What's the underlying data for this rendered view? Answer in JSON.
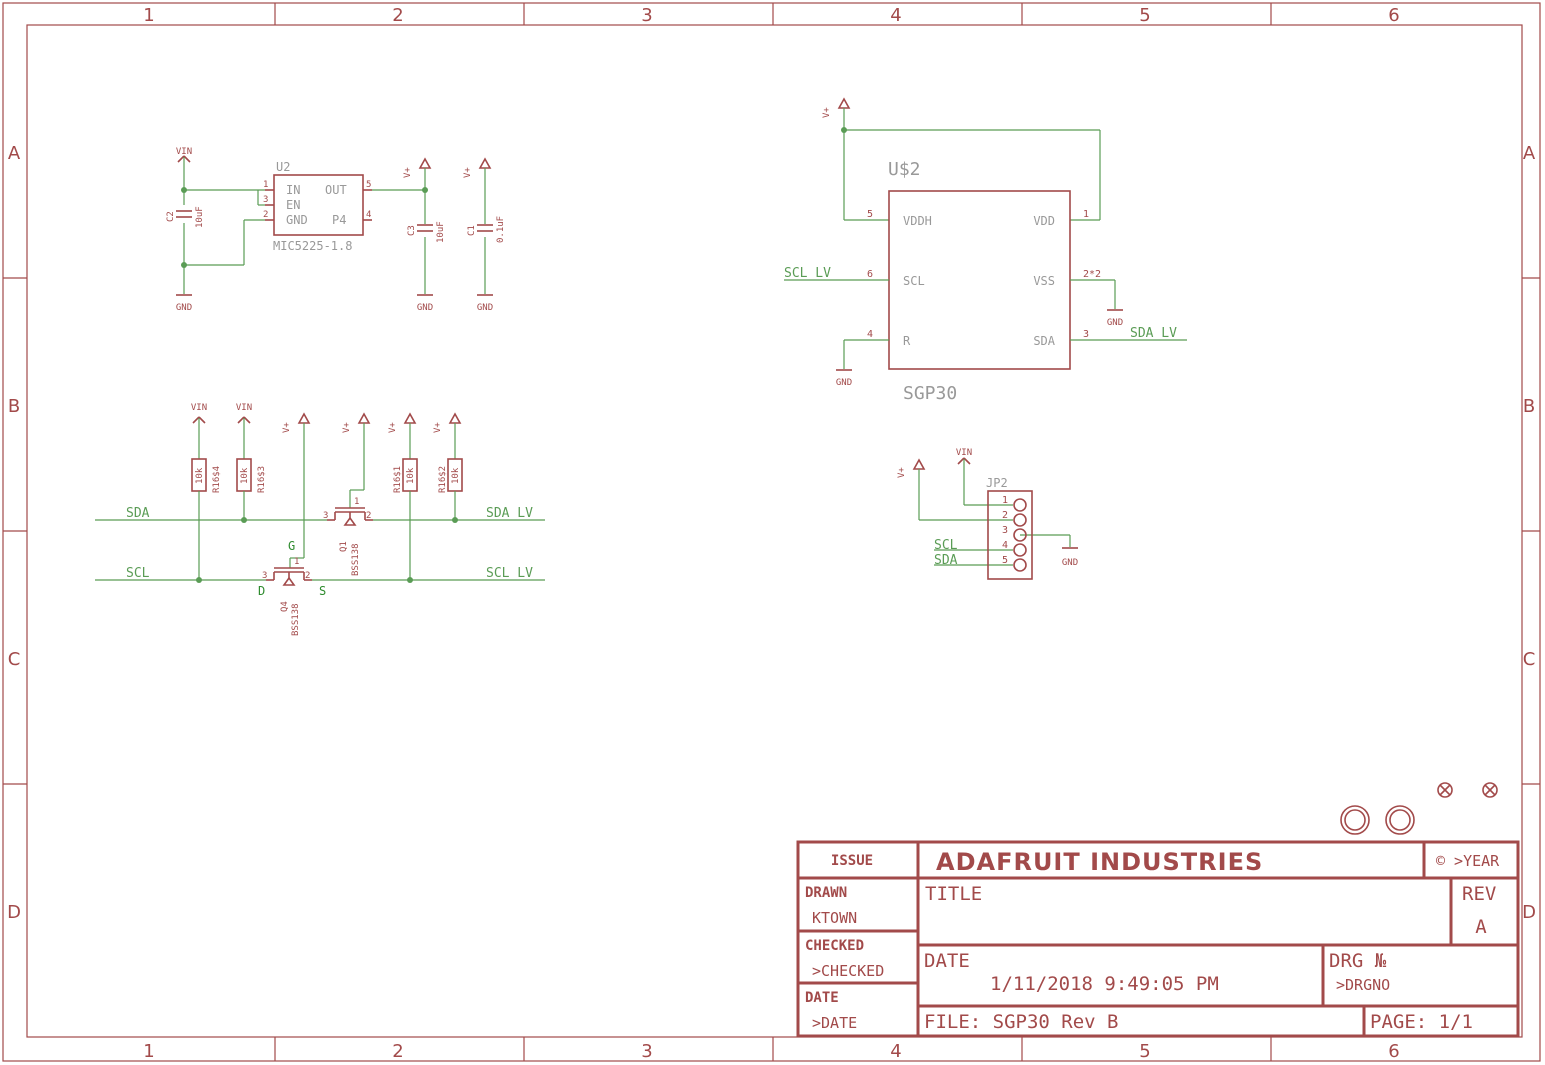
{
  "sheet": {
    "col_labels": [
      "1",
      "2",
      "3",
      "4",
      "5",
      "6"
    ],
    "row_labels": [
      "A",
      "B",
      "C",
      "D"
    ]
  },
  "regulator": {
    "ref": "U2",
    "value": "MIC5225-1.8",
    "pin_in": "IN",
    "pin_en": "EN",
    "pin_gnd": "GND",
    "pin_out": "OUT",
    "pin_p4": "P4",
    "pin_no_1": "1",
    "pin_no_2": "2",
    "pin_no_3": "3",
    "pin_no_4": "4",
    "pin_no_5": "5",
    "c2_ref": "C2",
    "c2_val": "10uF",
    "c3_ref": "C3",
    "c3_val": "10uF",
    "c1_ref": "C1",
    "c1_val": "0.1uF",
    "vin": "VIN",
    "vplus": "V+",
    "gnd": "GND"
  },
  "sensor": {
    "ref": "U$2",
    "value": "SGP30",
    "pin_vddh": "VDDH",
    "pin_vdd": "VDD",
    "pin_scl": "SCL",
    "pin_vss": "VSS",
    "pin_r": "R",
    "pin_sda": "SDA",
    "no_vddh": "5",
    "no_vdd": "1",
    "no_scl": "6",
    "no_vss": "2*2",
    "no_r": "4",
    "no_sda": "3",
    "net_scl": "SCL_LV",
    "net_sda": "SDA_LV",
    "vplus": "V+",
    "gnd": "GND"
  },
  "shifter": {
    "vin": "VIN",
    "vplus": "V+",
    "r4_ref": "R16$4",
    "r3_ref": "R16$3",
    "r1_ref": "R16$1",
    "r2_ref": "R16$2",
    "r_val": "10k",
    "q1_ref": "Q1",
    "q4_ref": "Q4",
    "q_val": "BSS138",
    "pin_1": "1",
    "pin_2": "2",
    "pin_3": "3",
    "gate": "G",
    "drain": "D",
    "source": "S",
    "net_sda": "SDA",
    "net_scl": "SCL",
    "net_sda_lv": "SDA_LV",
    "net_scl_lv": "SCL_LV"
  },
  "header": {
    "ref": "JP2",
    "pins": [
      "1",
      "2",
      "3",
      "4",
      "5"
    ],
    "vplus": "V+",
    "vin": "VIN",
    "gnd": "GND",
    "net_scl": "SCL",
    "net_sda": "SDA"
  },
  "title_block": {
    "issue": "ISSUE",
    "company": "ADAFRUIT INDUSTRIES",
    "copyright_year": "© >YEAR",
    "drawn_label": "DRAWN",
    "drawn_value": "KTOWN",
    "checked_label": "CHECKED",
    "checked_value": ">CHECKED",
    "date_label_small": "DATE",
    "date_value_small": ">DATE",
    "title_label": "TITLE",
    "rev_label": "REV",
    "rev_value": "A",
    "date_label": "DATE",
    "date_value": "1/11/2018 9:49:05 PM",
    "drg_label": "DRG №",
    "drg_value": ">DRGNO",
    "file_label": "FILE: SGP30 Rev B",
    "page_label": "PAGE: 1/1"
  },
  "colors": {
    "outline": "#a24a4a",
    "wire": "#5a9c55",
    "text_grey": "#999999"
  }
}
